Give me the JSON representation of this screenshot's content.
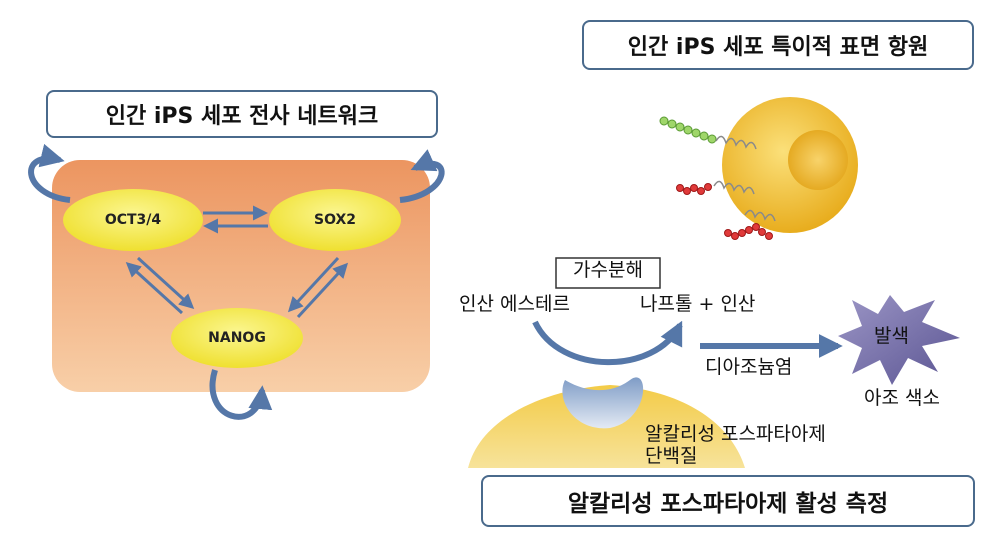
{
  "left_panel": {
    "title": "인간 iPS 세포 전사 네트워크",
    "nodes": [
      {
        "id": "oct",
        "label": "OCT3/4"
      },
      {
        "id": "sox",
        "label": "SOX2"
      },
      {
        "id": "nanog",
        "label": "NANOG"
      }
    ]
  },
  "right_top": {
    "title": "인간 iPS 세포 특이적 표면 항원"
  },
  "reaction": {
    "hydrolysis": "가수분해",
    "substrate": "인산 에스테르",
    "product": "나프톨 + 인산",
    "diazonium": "디아조늄염",
    "color_dev": "발색",
    "azo_dye": "아조 색소",
    "enzyme_line1": "알칼리성 포스파타아제",
    "enzyme_line2": "단백질"
  },
  "bottom_title": "알칼리성 포스파타아제 활성 측정",
  "colors": {
    "box_border": "#4a6a8c",
    "network_bg": "#f0a070",
    "node_fill": "#f5ee4a",
    "arrow": "#5577a8",
    "cell": "#f2c233",
    "star": "#7a72a8"
  }
}
